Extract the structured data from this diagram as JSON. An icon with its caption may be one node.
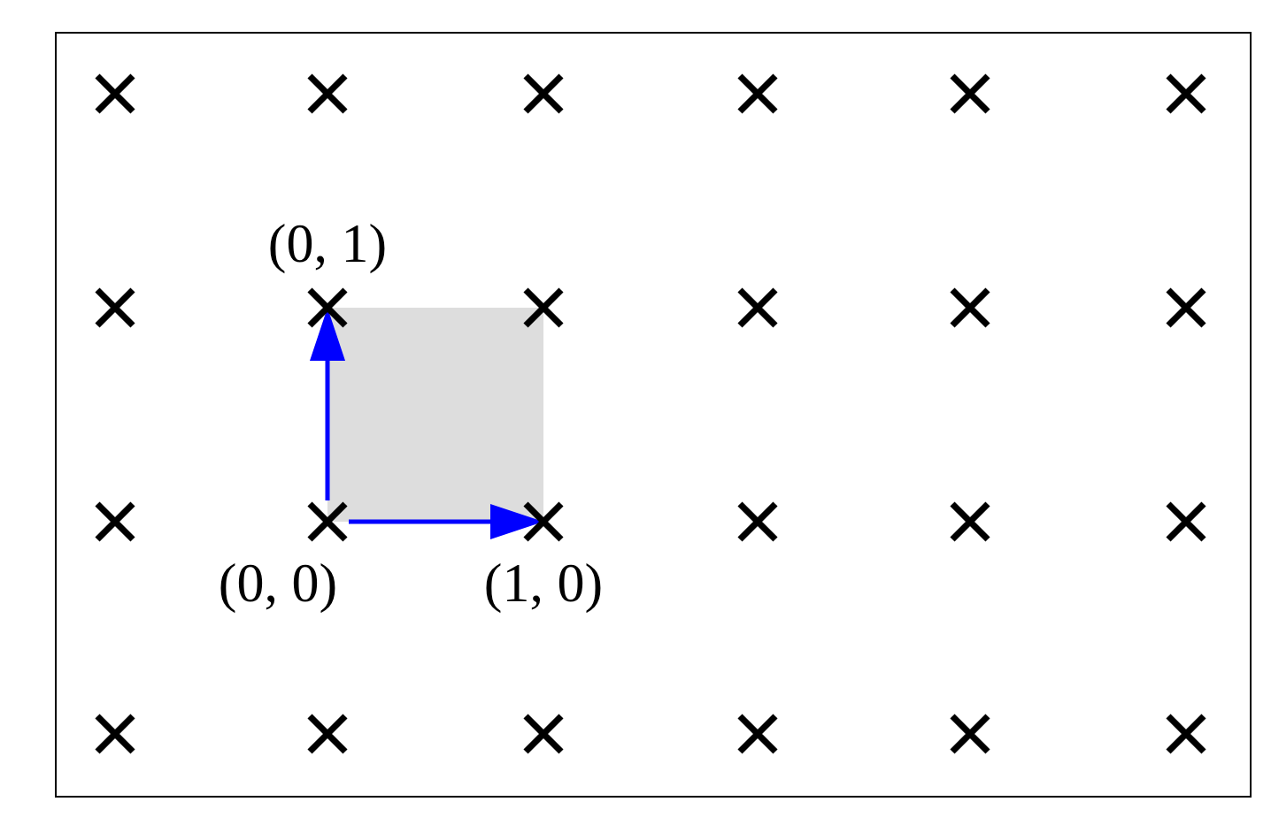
{
  "diagram": {
    "nodes": [
      {
        "text": [],
        "shape": "cross"
      },
      {
        "text": [],
        "shape": "cross"
      },
      {
        "text": [],
        "shape": "cross"
      },
      {
        "text": [],
        "shape": "cross"
      },
      {
        "text": [],
        "shape": "cross"
      },
      {
        "text": [],
        "shape": "cross"
      },
      {
        "text": [],
        "shape": "cross"
      },
      {
        "text": [],
        "shape": "cross",
        "beside": [
          "(0, 1)"
        ]
      },
      {
        "text": [],
        "shape": "cross"
      },
      {
        "text": [],
        "shape": "cross"
      },
      {
        "text": [],
        "shape": "cross"
      },
      {
        "text": [],
        "shape": "cross"
      },
      {
        "text": [],
        "shape": "cross"
      },
      {
        "text": [],
        "shape": "cross",
        "beside": [
          "(0, 0)"
        ]
      },
      {
        "text": [],
        "shape": "cross",
        "beside": [
          "(1, 0)"
        ]
      },
      {
        "text": [],
        "shape": "cross"
      },
      {
        "text": [],
        "shape": "cross"
      },
      {
        "text": [],
        "shape": "cross"
      },
      {
        "text": [],
        "shape": "cross"
      },
      {
        "text": [],
        "shape": "cross"
      },
      {
        "text": [],
        "shape": "cross"
      },
      {
        "text": [],
        "shape": "cross"
      },
      {
        "text": [],
        "shape": "cross"
      },
      {
        "text": [],
        "shape": "cross"
      }
    ],
    "edges": [
      {
        "from": 13,
        "to": 14,
        "arrow": "to"
      },
      {
        "from": 13,
        "to": 7,
        "arrow": "to"
      }
    ]
  }
}
